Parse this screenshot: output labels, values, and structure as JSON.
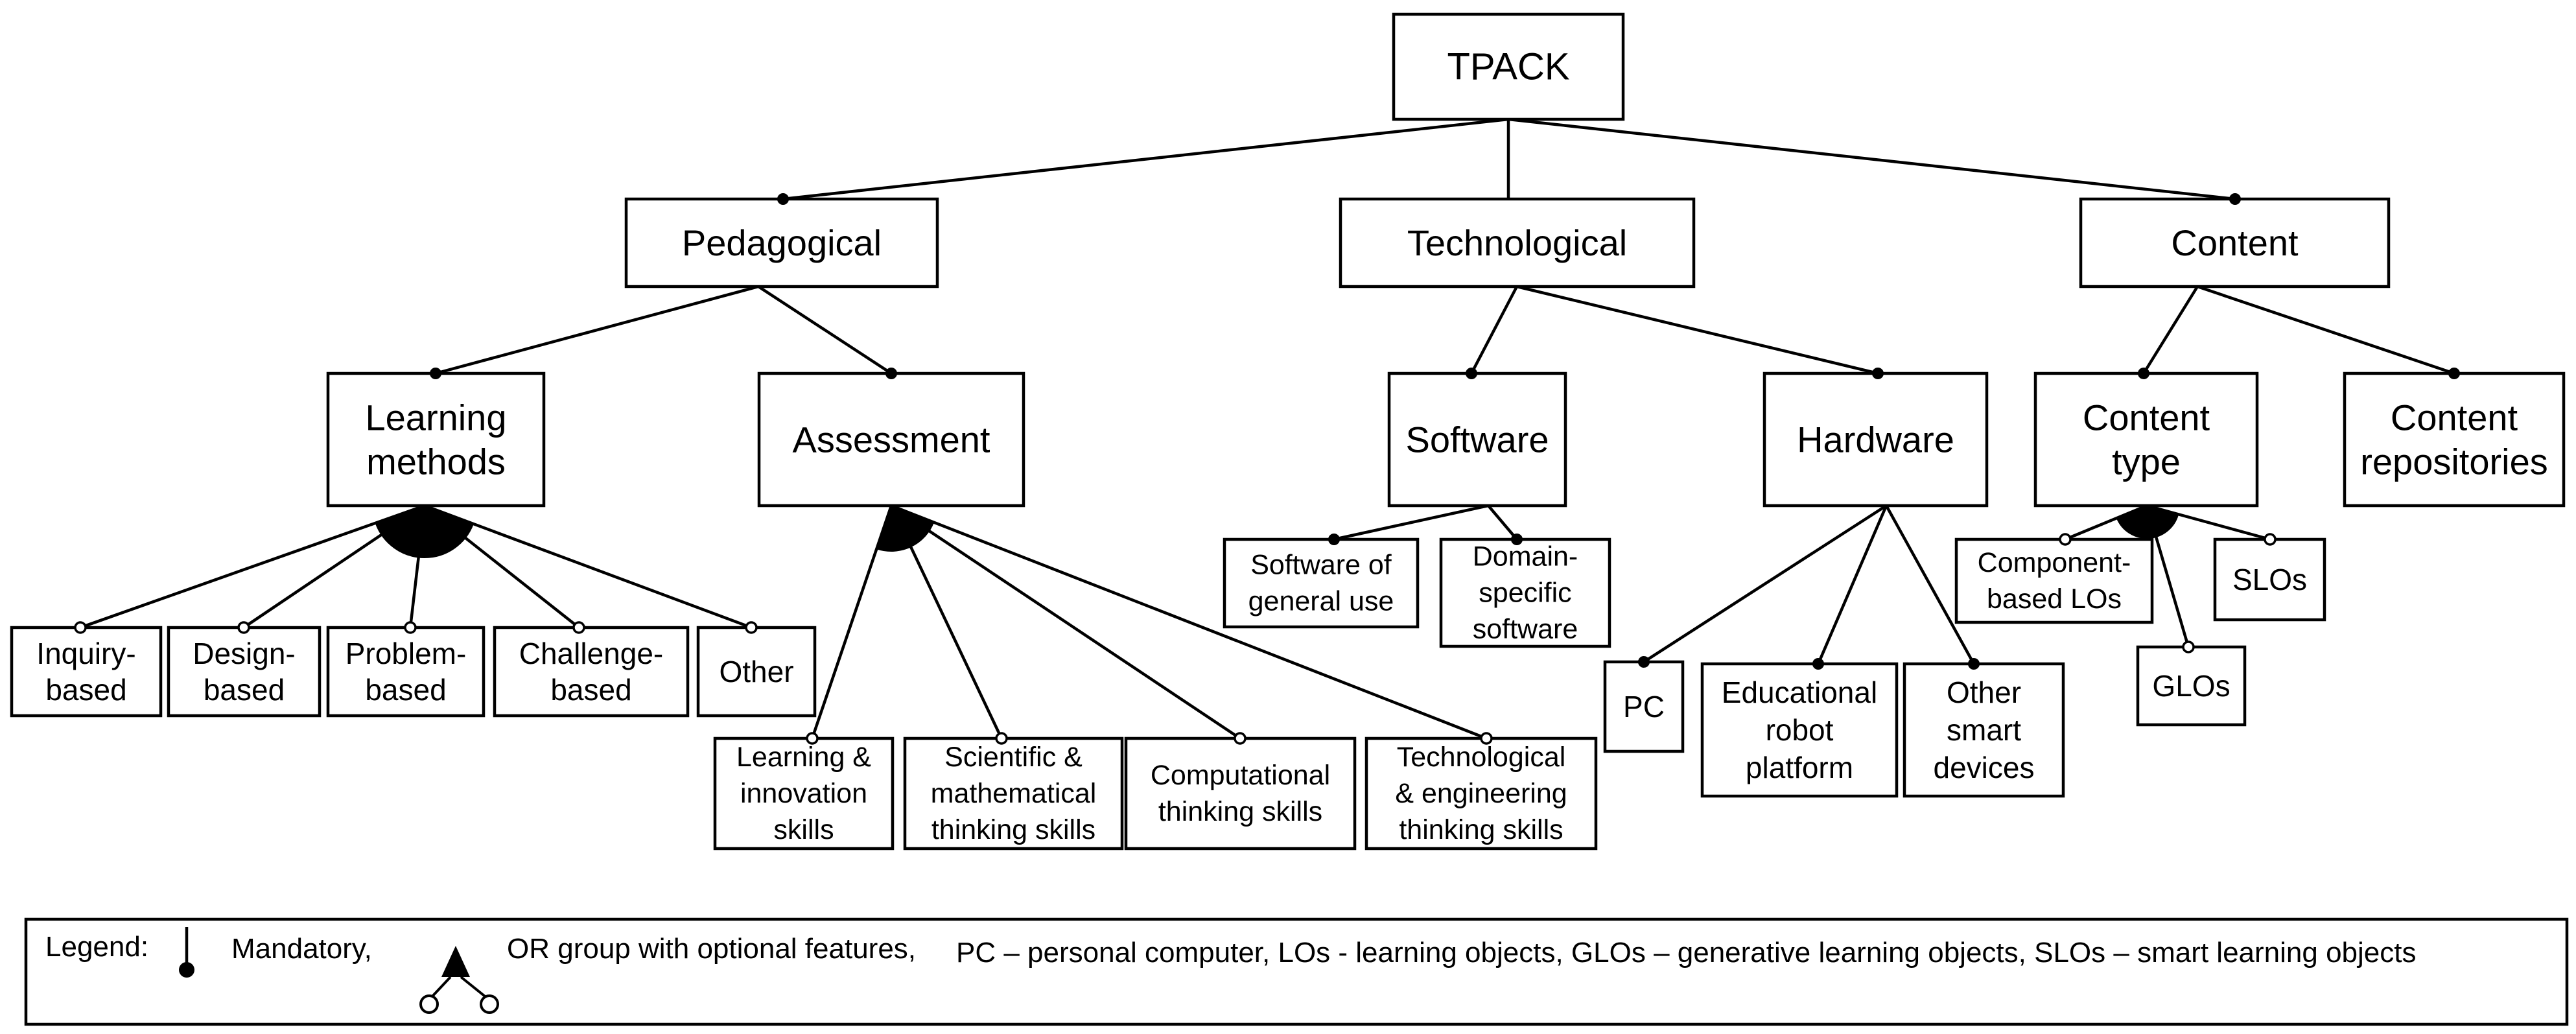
{
  "nodes": {
    "tpack": {
      "lines": [
        "TPACK"
      ]
    },
    "pedagogical": {
      "lines": [
        "Pedagogical"
      ]
    },
    "technological": {
      "lines": [
        "Technological"
      ]
    },
    "content": {
      "lines": [
        "Content"
      ]
    },
    "learning_methods": {
      "lines": [
        "Learning",
        "methods"
      ]
    },
    "assessment": {
      "lines": [
        "Assessment"
      ]
    },
    "software": {
      "lines": [
        "Software"
      ]
    },
    "hardware": {
      "lines": [
        "Hardware"
      ]
    },
    "content_type": {
      "lines": [
        "Content",
        "type"
      ]
    },
    "content_repositories": {
      "lines": [
        "Content",
        "repositories"
      ]
    },
    "inquiry_based": {
      "lines": [
        "Inquiry-",
        "based"
      ]
    },
    "design_based": {
      "lines": [
        "Design-",
        "based"
      ]
    },
    "problem_based": {
      "lines": [
        "Problem-",
        "based"
      ]
    },
    "challenge_based": {
      "lines": [
        "Challenge-",
        "based"
      ]
    },
    "other_method": {
      "lines": [
        "Other"
      ]
    },
    "learning_innovation": {
      "lines": [
        "Learning &",
        "innovation",
        "skills"
      ]
    },
    "scientific_math": {
      "lines": [
        "Scientific &",
        "mathematical",
        "thinking skills"
      ]
    },
    "computational": {
      "lines": [
        "Computational",
        "thinking skills"
      ]
    },
    "tech_engineering": {
      "lines": [
        "Technological",
        "& engineering",
        "thinking skills"
      ]
    },
    "software_general": {
      "lines": [
        "Software of",
        "general use"
      ]
    },
    "domain_specific": {
      "lines": [
        "Domain-",
        "specific",
        "software"
      ]
    },
    "pc": {
      "lines": [
        "PC"
      ]
    },
    "robot_platform": {
      "lines": [
        "Educational",
        "robot",
        "platform"
      ]
    },
    "other_smart": {
      "lines": [
        "Other",
        "smart",
        "devices"
      ]
    },
    "component_los": {
      "lines": [
        "Component-",
        "based LOs"
      ]
    },
    "glos": {
      "lines": [
        "GLOs"
      ]
    },
    "slos": {
      "lines": [
        "SLOs"
      ]
    }
  },
  "legend": {
    "label": "Legend:",
    "mandatory": "Mandatory,",
    "or_group": "OR group with optional features,",
    "abbreviations": "PC – personal computer, LOs -  learning objects, GLOs – generative learning objects, SLOs – smart learning objects"
  }
}
